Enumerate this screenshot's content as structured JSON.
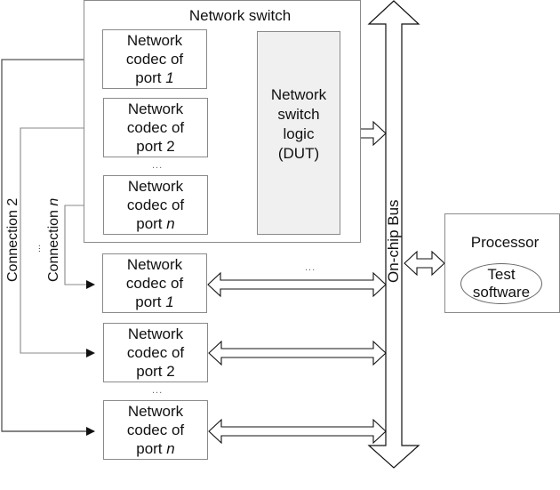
{
  "diagram": {
    "network_switch": {
      "title": "Network switch",
      "logic_line1": "Network",
      "logic_line2": "switch",
      "logic_line3": "logic",
      "logic_line4": "(DUT)"
    },
    "codec_line1": "Network",
    "codec_line2": "codec of",
    "codec_line3_prefix": "port",
    "internal_codecs": [
      {
        "port": "1",
        "italic": true
      },
      {
        "port": "2",
        "italic": false
      },
      {
        "port": "n",
        "italic": true
      }
    ],
    "external_codecs": [
      {
        "port": "1",
        "italic": true
      },
      {
        "port": "2",
        "italic": false
      },
      {
        "port": "n",
        "italic": true
      }
    ],
    "ellipsis": "...",
    "bus_label": "On-chip Bus",
    "processor": {
      "title": "Processor",
      "software_line1": "Test",
      "software_line2": "software"
    },
    "connections": {
      "connection_2": "Connection 2",
      "connection_n_prefix": "Connection",
      "connection_n_suffix": "n",
      "ellipsis": "..."
    },
    "colors": {
      "logic_fill": "#f0f0f0",
      "box_border": "#8a8a8a",
      "line": "#111111"
    }
  }
}
